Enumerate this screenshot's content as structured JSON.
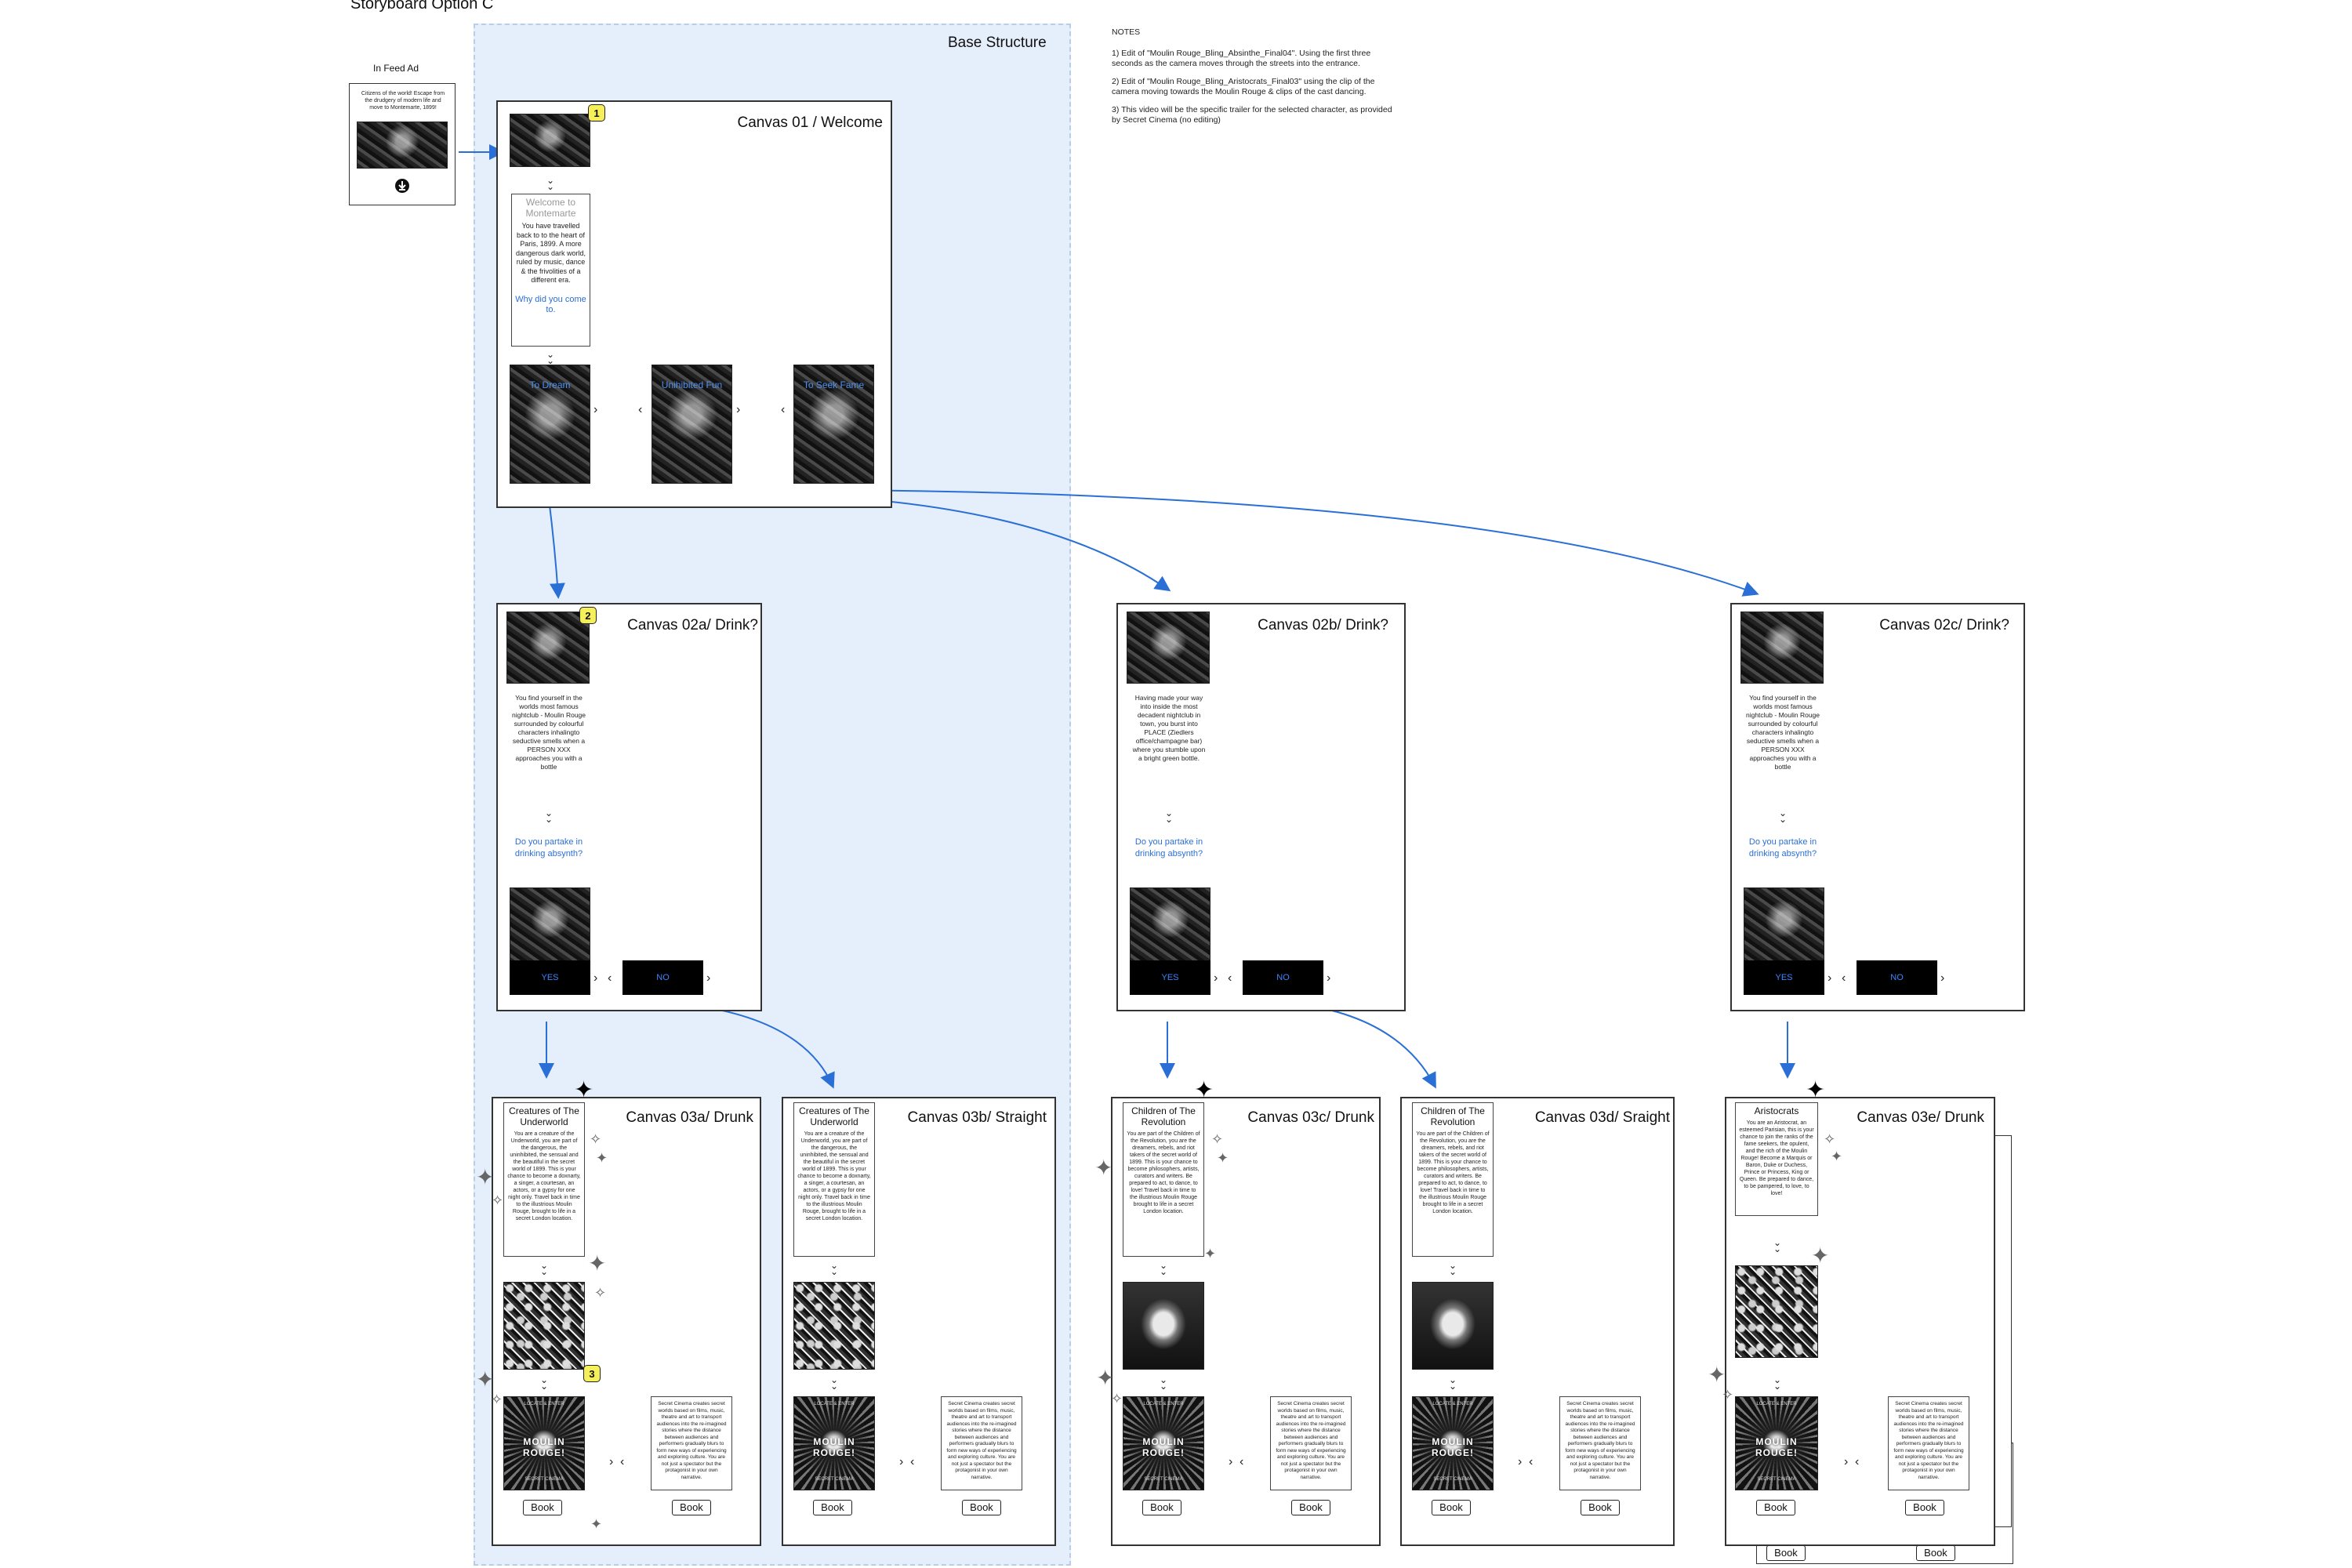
{
  "page_title": "Storyboard Option C",
  "base_structure_label": "Base Structure",
  "feed_ad": {
    "label": "In Feed Ad",
    "text": "Citizens of the world! Escape from the drudgery of modern life and move to Montemarte, 1899!",
    "download_icon": "download-circle-icon"
  },
  "notes": {
    "heading": "NOTES",
    "items": [
      "1) Edit of \"Moulin Rouge_Bling_Absinthe_Final04\". Using the first three seconds as the camera moves through the streets into the entrance.",
      "2) Edit of \"Moulin Rouge_Bling_Aristocrats_Final03\" using the clip of the camera moving towards the Moulin Rouge & clips of the cast dancing.",
      "3) This video will be the specific trailer for the selected character, as provided by Secret Cinema (no editing)"
    ]
  },
  "canvas01": {
    "title": "Canvas 01 / Welcome",
    "badge": "1",
    "intro_title": "Welcome to Montemarte",
    "intro_body": "You have travelled back to to the heart of Paris, 1899. A more dangerous dark world, ruled by music, dance & the frivolities of a different era.",
    "intro_question": "Why did you come to.",
    "options": [
      "To Dream",
      "Unihibited Fun",
      "To Seek Fame"
    ]
  },
  "canvas02": [
    {
      "title": "Canvas 02a/ Drink?",
      "badge": "2",
      "body": "You find yourself in the worlds most famous nightclub - Moulin Rouge surrounded by colourful characters inhalingto seductive smells when a PERSON XXX approaches you with a bottle",
      "question": "Do you partake in drinking absynth?",
      "yes": "YES",
      "no": "NO"
    },
    {
      "title": "Canvas 02b/ Drink?",
      "body": "Having made your way into inside the most decadent nightclub in town, you burst into PLACE (Ziedlers office/champagne bar) where you stumble upon a bright green bottle.",
      "question": "Do you partake in drinking absynth?",
      "yes": "YES",
      "no": "NO"
    },
    {
      "title": "Canvas 02c/ Drink?",
      "body": "You find yourself in the worlds most famous nightclub - Moulin Rouge surrounded by colourful characters inhalingto seductive smells when a PERSON XXX approaches you with a bottle",
      "question": "Do you partake in drinking absynth?",
      "yes": "YES",
      "no": "NO"
    }
  ],
  "canvas03": [
    {
      "title": "Canvas 03a/ Drunk",
      "badge": "3",
      "char_title": "Creatures of The Underworld",
      "char_body": "You are a creature of the Underworld, you are part of the dangerous, the uninhibited, the sensual and the beautiful in the secret world of 1899. This is your chance to become a doxnarty, a singer, a courtesan, an actors, or a gypsy for one night only. Travel back in time to the illustrious Moulin Rouge, brought to life in a secret London location.",
      "book": "Book"
    },
    {
      "title": "Canvas 03b/ Straight",
      "char_title": "Creatures of The Underworld",
      "char_body": "You are a creature of the Underworld, you are part of the dangerous, the uninhibited, the sensual and the beautiful in the secret world of 1899. This is your chance to become a doxnarty, a singer, a courtesan, an actors, or a gypsy for one night only. Travel back in time to the illustrious Moulin Rouge, brought to life in a secret London location.",
      "book": "Book"
    },
    {
      "title": "Canvas 03c/ Drunk",
      "char_title": "Children of The Revolution",
      "char_body": "You are part of the Children of the Revolution, you are the dreamers, rebels, and riot takers of the secret world of 1899. This is your chance to become philosophers, artists, curators and writers. Be prepared to act, to dance, to love! Travel back in time to the illustrious Moulin Rouge brought to life in a secret London location.",
      "book": "Book"
    },
    {
      "title": "Canvas 03d/ Sraight",
      "char_title": "Children of The Revolution",
      "char_body": "You are part of the Children of the Revolution, you are the dreamers, rebels, and riot takers of the secret world of 1899. This is your chance to become philosophers, artists, curators and writers. Be prepared to act, to dance, to love! Travel back in time to the illustrious Moulin Rouge brought to life in a secret London location.",
      "book": "Book"
    },
    {
      "title": "Canvas 03e/ Drunk",
      "char_title": "Aristocrats",
      "char_body": "You are an Aristocrat, an esteemed Parisian, this is your chance to join the ranks of the fame seekers, the opulent, and the rich of the Moulin Rouge! Become a Marquis or Baron, Duke or Duchess, Prince or Princess, King or Queen. Be prepared to dance, to be pampered, to love, to love!",
      "book": "Book",
      "extra_books": [
        "Book",
        "Book"
      ]
    }
  ],
  "secret_cinema_text": "Secret Cinema creates secret worlds based on films, music, theatre and art to transport audiences into the re-imagined stories where the distance between audiences and performers gradually blurs to form new ways of experiencing and exploring culture. You are not just a spectator but the protagonist in your own narrative.",
  "poster": {
    "top": "LOCATE & ENTER",
    "title": "MOULIN ROUGE!",
    "bottom": "SECRET CINEMA"
  },
  "icons": {
    "chevron_right": "chevron-right-icon",
    "chevron_left": "chevron-left-icon",
    "double_chevron_down": "double-chevron-down-icon",
    "sparkle": "sparkle-icon",
    "fairy": "green-fairy-icon"
  },
  "colors": {
    "accent_blue": "#2a6fd6",
    "region_fill": "#e5effc",
    "badge_yellow": "#f5ef5a"
  }
}
